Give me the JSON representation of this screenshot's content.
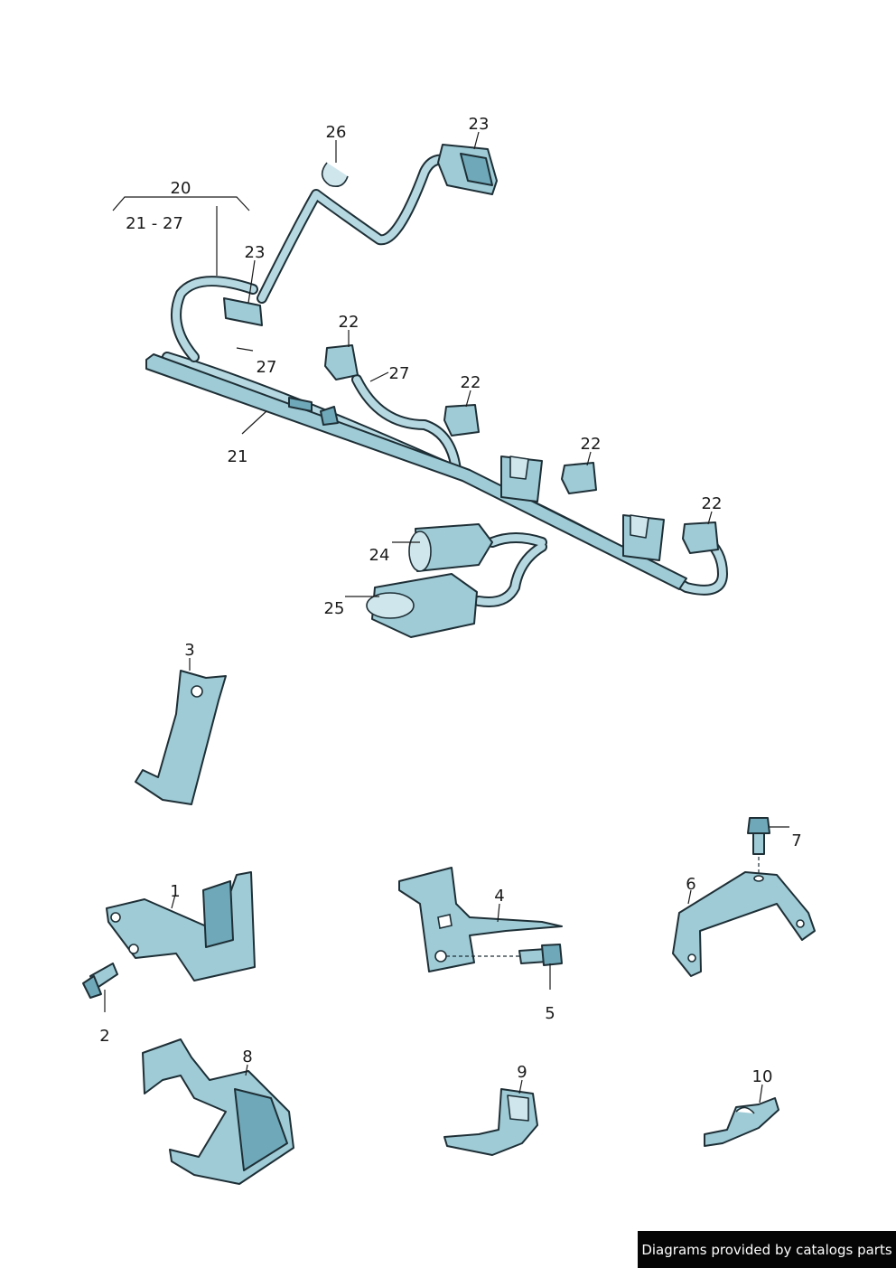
{
  "callouts": {
    "c20": "20",
    "c21_27": "21 - 27",
    "c26": "26",
    "c23a": "23",
    "c23b": "23",
    "c22a": "22",
    "c27a": "27",
    "c27b": "27",
    "c22b": "22",
    "c22c": "22",
    "c22d": "22",
    "c21": "21",
    "c24": "24",
    "c25": "25",
    "c3": "3",
    "c1": "1",
    "c2": "2",
    "c4": "4",
    "c5": "5",
    "c6": "6",
    "c7": "7",
    "c8": "8",
    "c9": "9",
    "c10": "10"
  },
  "footer": {
    "credit": "Diagrams provided by catalogs parts"
  },
  "colors": {
    "part_fill": "#9ecbd6",
    "outline": "#1e2f36",
    "footer_bg": "#050505"
  }
}
